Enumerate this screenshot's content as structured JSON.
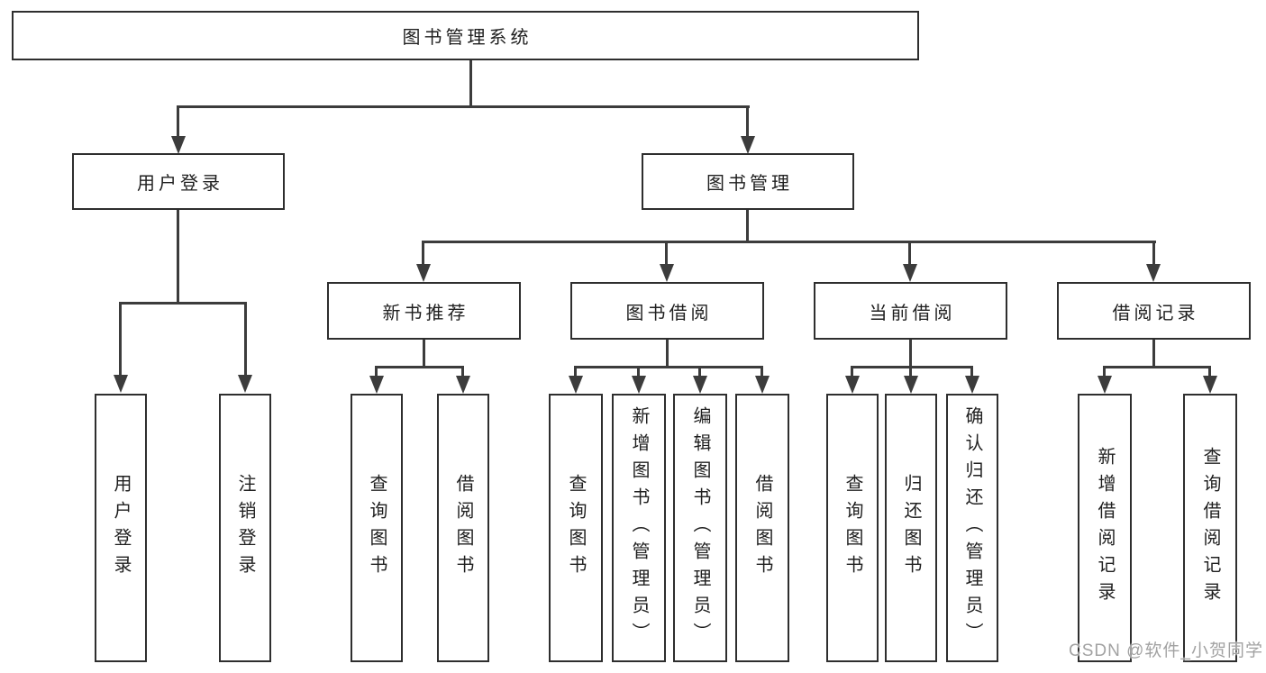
{
  "diagram": {
    "type": "hierarchy-tree",
    "root": {
      "label": "图书管理系统",
      "children": [
        {
          "label": "用户登录",
          "children": [
            {
              "label": "用户登录"
            },
            {
              "label": "注销登录"
            }
          ]
        },
        {
          "label": "图书管理",
          "children": [
            {
              "label": "新书推荐",
              "children": [
                {
                  "label": "查询图书"
                },
                {
                  "label": "借阅图书"
                }
              ]
            },
            {
              "label": "图书借阅",
              "children": [
                {
                  "label": "查询图书"
                },
                {
                  "label": "新增图书（管理员）"
                },
                {
                  "label": "编辑图书（管理员）"
                },
                {
                  "label": "借阅图书"
                }
              ]
            },
            {
              "label": "当前借阅",
              "children": [
                {
                  "label": "查询图书"
                },
                {
                  "label": "归还图书"
                },
                {
                  "label": "确认归还（管理员）"
                }
              ]
            },
            {
              "label": "借阅记录",
              "children": [
                {
                  "label": "新增借阅记录"
                },
                {
                  "label": "查询借阅记录"
                }
              ]
            }
          ]
        }
      ]
    },
    "colors": {
      "box_border": "#2e2e2e",
      "line": "#3c3c3c",
      "box_fill": "#ffffff",
      "text": "#1f1f1f",
      "watermark": "#a2a2a2",
      "background": "#ffffff"
    }
  },
  "watermark": {
    "text": "CSDN @软件_小贺同学"
  }
}
